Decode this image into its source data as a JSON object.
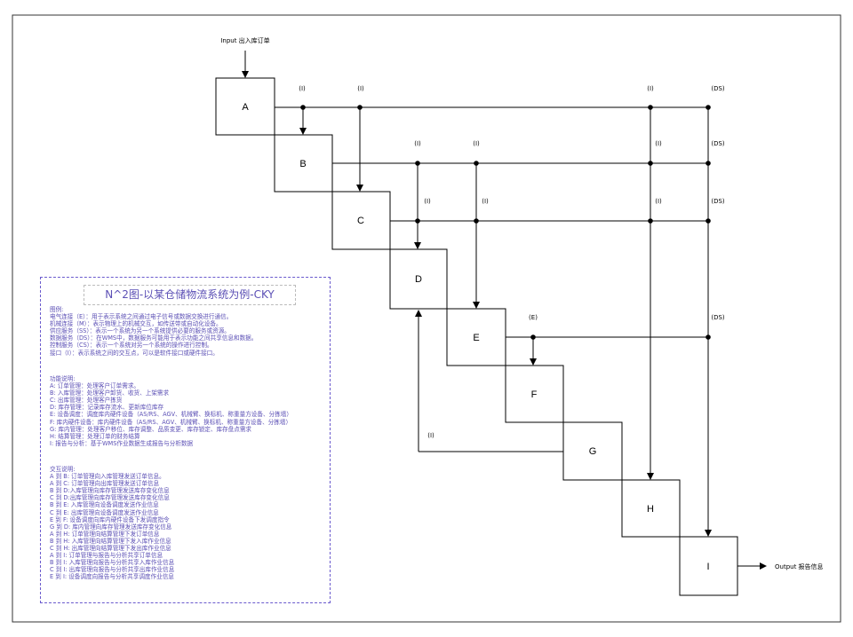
{
  "blocks": [
    "A",
    "B",
    "C",
    "D",
    "E",
    "F",
    "G",
    "H",
    "I"
  ],
  "input_label": "Input 出入库订单",
  "output_label": "Output 报告信息",
  "interfaces": {
    "i": "(I)",
    "ds": "(DS)",
    "e": "(E)"
  },
  "legend": {
    "title": "N^2图-以某仓储物流系统为例-CKY",
    "legend_heading": "图例:",
    "legend_items": [
      "电气连接（E）：用于表示系统之间通过电子信号或数据交换进行通信。",
      "机械连接（M）：表示物理上的机械交互，如传送带或自动化设备。",
      "供应服务（SS）：表示一个系统为另一个系统提供必要的服务或资源。",
      "数据服务（DS）：在WMS中，数据服务可能用于表示功能之间共享信息和数据。",
      "控制服务（CS）：表示一个系统对另一个系统的操作进行控制。",
      "接口（I）：表示系统之间的交互点，可以是软件接口或硬件接口。"
    ],
    "function_heading": "功能说明:",
    "function_items": [
      "A: 订单管理：处理客户订单需求。",
      "B: 入库管理：处理客户卸货、收货、上架需求",
      "C: 出库管理：处理客户拣货",
      "D: 库存管理：记录库存流水、更新库位库存",
      "E: 设备调度：调度库内硬件设备（AS/RS、AGV、机械臂、换标机、称重量方设备、分拣墙）",
      "F: 库内硬件设备：库内硬件设备（AS/RS、AGV、机械臂、换标机、称重量方设备、分拣墙）",
      "G: 库内管理：处理客户移位、库存调整、品质变更、库存锁定、库存盘点需求",
      "H: 结算管理：处理订单的财务结算",
      "I: 报告与分析：基于WMS作业数据生成报告与分析数据"
    ],
    "interaction_heading": "交互说明:",
    "interaction_items": [
      "A 到 B: 订单管理向入库管理发送订单信息。",
      "A 到 C: 订单管理向出库管理发送订单信息",
      "B 到 D:入库管理向库存管理发送库存变化信息",
      "C 到 D:出库管理向库存管理发送库存变化信息",
      "B 到 E: 入库管理向设备调度发送作业信息",
      "C 到 E: 出库管理向设备调度发送作业信息",
      "E 到 F: 设备调度向库内硬件设备下发调度指令",
      "G 到 D: 库内管理向库存管理发送库存变化信息",
      "A 到 H: 订单管理向结算管理下发订单信息",
      "B 到 H: 入库管理向结算管理下发入库作业信息",
      "C 到 H: 出库管理向结算管理下发出库作业信息",
      "A 到 I: 订单管理与报告与分析共享订单信息",
      "B 到 I: 入库管理向报告与分析共享入库作业信息",
      "C 到 I: 出库管理向报告与分析共享出库作业信息",
      "E 到 I: 设备调度向报告与分析共享调度作业信息"
    ]
  }
}
